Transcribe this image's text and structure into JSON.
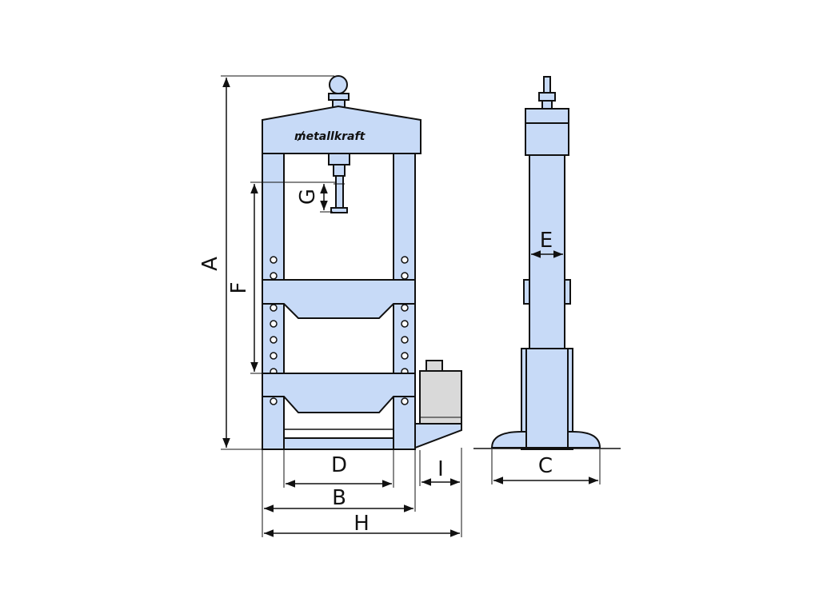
{
  "brand": {
    "logo_text": "metallkraft"
  },
  "dimension_labels": {
    "A": "A",
    "B": "B",
    "C": "C",
    "D": "D",
    "E": "E",
    "F": "F",
    "G": "G",
    "H": "H",
    "I": "I"
  },
  "colors": {
    "frame_fill": "#c7daf7",
    "outline": "#111111",
    "pump_fill": "#d9d9d9",
    "background": "#ffffff"
  }
}
